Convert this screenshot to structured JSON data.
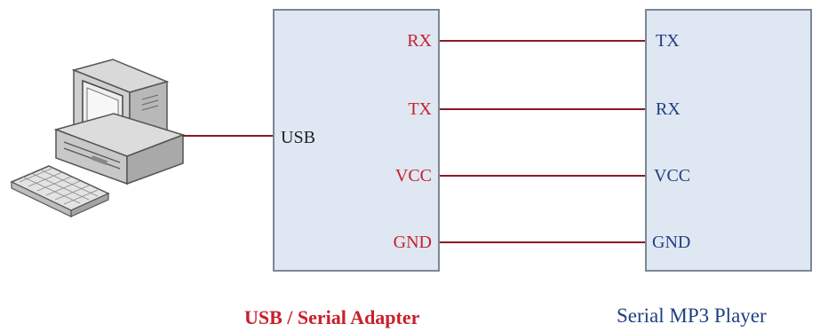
{
  "adapter": {
    "title": "USB / Serial Adapter",
    "usb_label": "USB",
    "pins": [
      "RX",
      "TX",
      "VCC",
      "GND"
    ]
  },
  "player": {
    "title": "Serial MP3 Player",
    "pins": [
      "TX",
      "RX",
      "VCC",
      "GND"
    ]
  },
  "colors": {
    "wire": "#8b1a24",
    "adapter_pin_text": "#c8202a",
    "player_pin_text": "#1f3f82",
    "box_fill": "#dfe7f3",
    "box_border": "#7b8796"
  },
  "computer": {
    "icon": "desktop-computer-icon"
  }
}
